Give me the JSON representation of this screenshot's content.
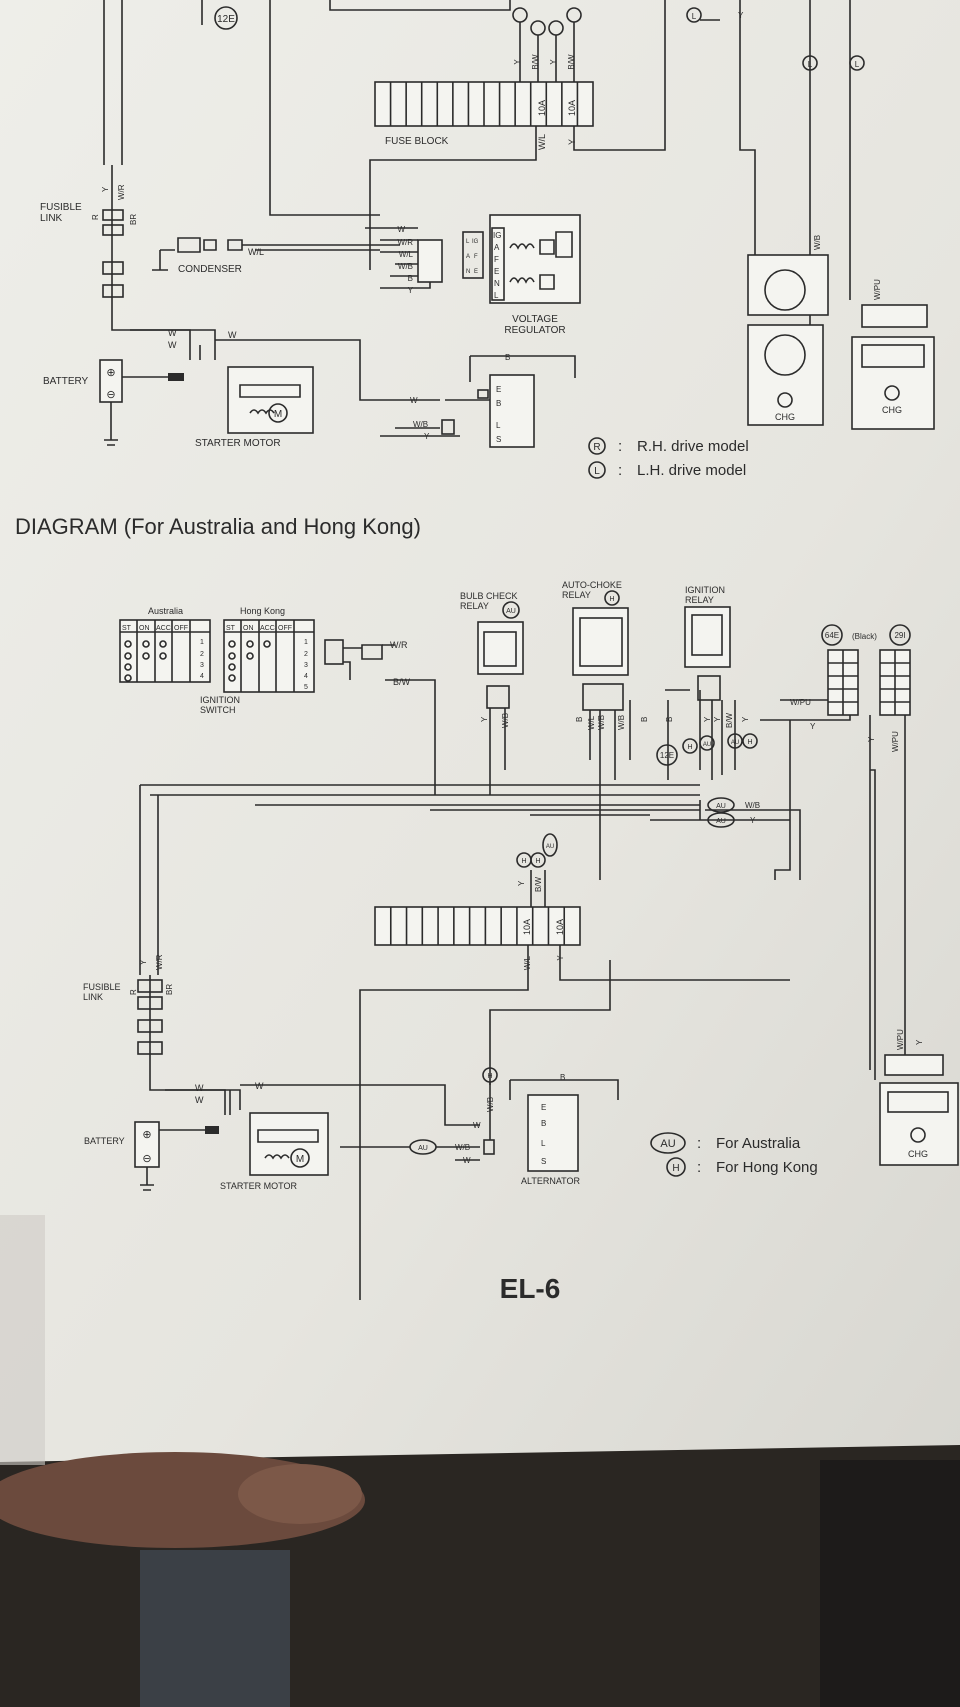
{
  "page_number": "EL-6",
  "top_section": {
    "connector_tag": "12E",
    "fuse_block_label": "FUSE BLOCK",
    "fuse_ratings": [
      "10A",
      "10A"
    ],
    "fuse_wire_labels": [
      "W/L",
      "Y"
    ],
    "fuse_top_wires": [
      "Y",
      "B/W",
      "Y",
      "B/W"
    ],
    "fusible_link_label": "FUSIBLE\nLINK",
    "fusible_wires": [
      "R",
      "Y",
      "W/R",
      "BR"
    ],
    "condenser_label": "CONDENSER",
    "condenser_wire": "W/L",
    "regulator_label": "VOLTAGE\nREGULATOR",
    "regulator_pins": [
      "IG",
      "A",
      "F",
      "E",
      "N",
      "L"
    ],
    "regulator_plug_pins": [
      "L",
      "IG",
      "A",
      "F",
      "N",
      "E"
    ],
    "harness_wires": [
      "W",
      "W/R",
      "W/L",
      "W/B",
      "B",
      "Y"
    ],
    "battery_label": "BATTERY",
    "starter_label": "STARTER MOTOR",
    "starter_wires": [
      "W",
      "W",
      "W"
    ],
    "alternator_pins": [
      "E",
      "B",
      "L",
      "S"
    ],
    "alternator_wires": [
      "W",
      "W/B",
      "Y",
      "B"
    ],
    "chg_labels": [
      "CHG",
      "CHG"
    ],
    "right_wires": [
      "L",
      "Y",
      "W/B",
      "W/PU",
      "L",
      "L"
    ],
    "legend": [
      {
        "symbol": "R",
        "text": "R.H. drive model"
      },
      {
        "symbol": "L",
        "text": "L.H. drive model"
      }
    ]
  },
  "section_title": "DIAGRAM  (For Australia and Hong Kong)",
  "bottom_section": {
    "ignition_switch_label": "IGNITION\nSWITCH",
    "switch_tables": [
      {
        "title": "Australia",
        "headers": [
          "ST",
          "ON",
          "ACC",
          "OFF"
        ],
        "rows": [
          "1",
          "2",
          "3",
          "4"
        ]
      },
      {
        "title": "Hong Kong",
        "headers": [
          "ST",
          "ON",
          "ACC",
          "OFF"
        ],
        "rows": [
          "1",
          "2",
          "3",
          "4",
          "5"
        ]
      }
    ],
    "switch_wires": [
      "W/R",
      "B/W"
    ],
    "relays": [
      {
        "label": "BULB CHECK\nRELAY",
        "tag": "AU",
        "wires": [
          "Y",
          "W/B"
        ]
      },
      {
        "label": "AUTO-CHOKE\nRELAY",
        "tag": "H",
        "wires": [
          "B",
          "W/L",
          "W/B",
          "W/B",
          "B"
        ]
      },
      {
        "label": "IGNITION\nRELAY",
        "tag": "",
        "wires": [
          "B",
          "Y",
          "Y",
          "B/W",
          "Y"
        ]
      }
    ],
    "connector_tags": [
      "64E",
      "29I",
      "12E"
    ],
    "black_label": "(Black)",
    "connector_wires": [
      "W/PU",
      "Y",
      "Y",
      "W/PU"
    ],
    "junction_tags": [
      "AU",
      "AU",
      "H",
      "AU",
      "AU",
      "H"
    ],
    "junction_wires": [
      "W/B",
      "Y"
    ],
    "fuse_top_tags": [
      "H",
      "H",
      "AU"
    ],
    "fuse_top_wires": [
      "Y",
      "B/W"
    ],
    "fuse_ratings": [
      "10A",
      "10A"
    ],
    "fuse_wire_labels": [
      "W/L",
      "Y"
    ],
    "fusible_link_label": "FUSIBLE\nLINK",
    "fusible_wires": [
      "R",
      "Y",
      "W/R",
      "BR"
    ],
    "battery_label": "BATTERY",
    "starter_label": "STARTER MOTOR",
    "starter_wires": [
      "W",
      "W",
      "W"
    ],
    "alternator_label": "ALTERNATOR",
    "alternator_pins": [
      "E",
      "B",
      "L",
      "S"
    ],
    "alternator_wires": [
      "W",
      "W/B",
      "W",
      "B",
      "W/B"
    ],
    "alternator_tags": [
      "AU",
      "H"
    ],
    "chg_label": "CHG",
    "chg_wires": [
      "W/PU",
      "Y"
    ],
    "legend": [
      {
        "symbol": "AU",
        "text": "For Australia"
      },
      {
        "symbol": "H",
        "text": "For Hong Kong"
      }
    ]
  },
  "colors": {
    "paper": "#e9e8e3",
    "ink": "#2b2b2b",
    "background": "#2a2622",
    "finger": "#6b4a3d"
  }
}
